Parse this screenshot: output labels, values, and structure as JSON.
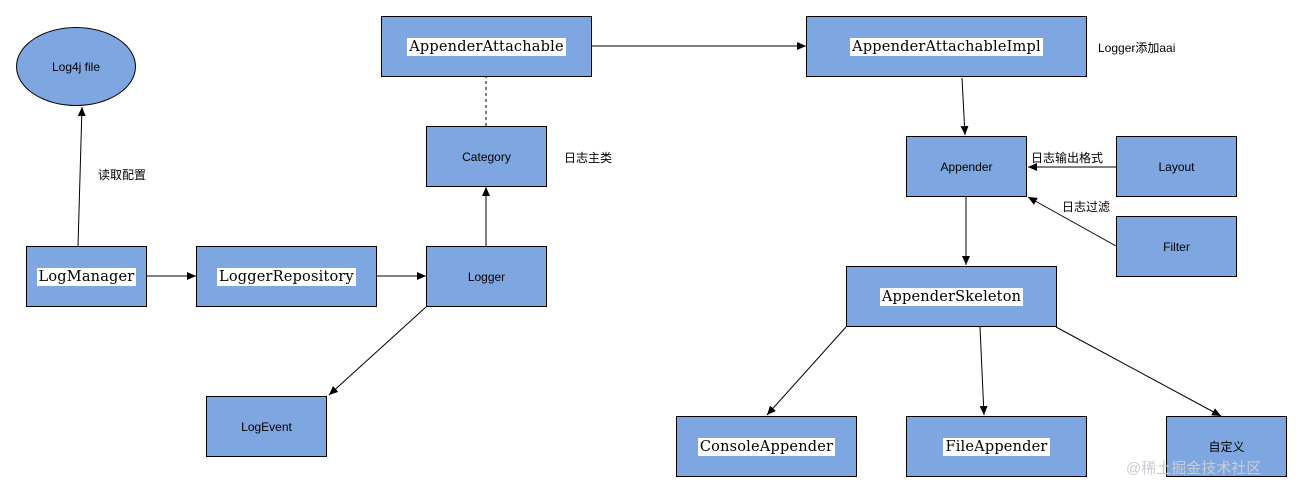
{
  "nodes": {
    "log4j_file": "Log4j file",
    "log_manager": "LogManager",
    "logger_repository": "LoggerRepository",
    "logger": "Logger",
    "category": "Category",
    "appender_attachable": "AppenderAttachable",
    "appender_attachable_impl": "AppenderAttachableImpl",
    "appender": "Appender",
    "layout": "Layout",
    "filter": "Filter",
    "appender_skeleton": "AppenderSkeleton",
    "console_appender": "ConsoleAppender",
    "file_appender": "FileAppender",
    "custom": "自定义",
    "log_event": "LogEvent"
  },
  "labels": {
    "read_config": "读取配置",
    "main_class": "日志主类",
    "logger_add_aai": "Logger添加aai",
    "output_format": "日志输出格式",
    "log_filter": "日志过滤"
  },
  "watermark": "@稀土掘金技术社区",
  "colors": {
    "node_fill": "#7ea6e0",
    "stroke": "#000000",
    "background": "#ffffff"
  }
}
